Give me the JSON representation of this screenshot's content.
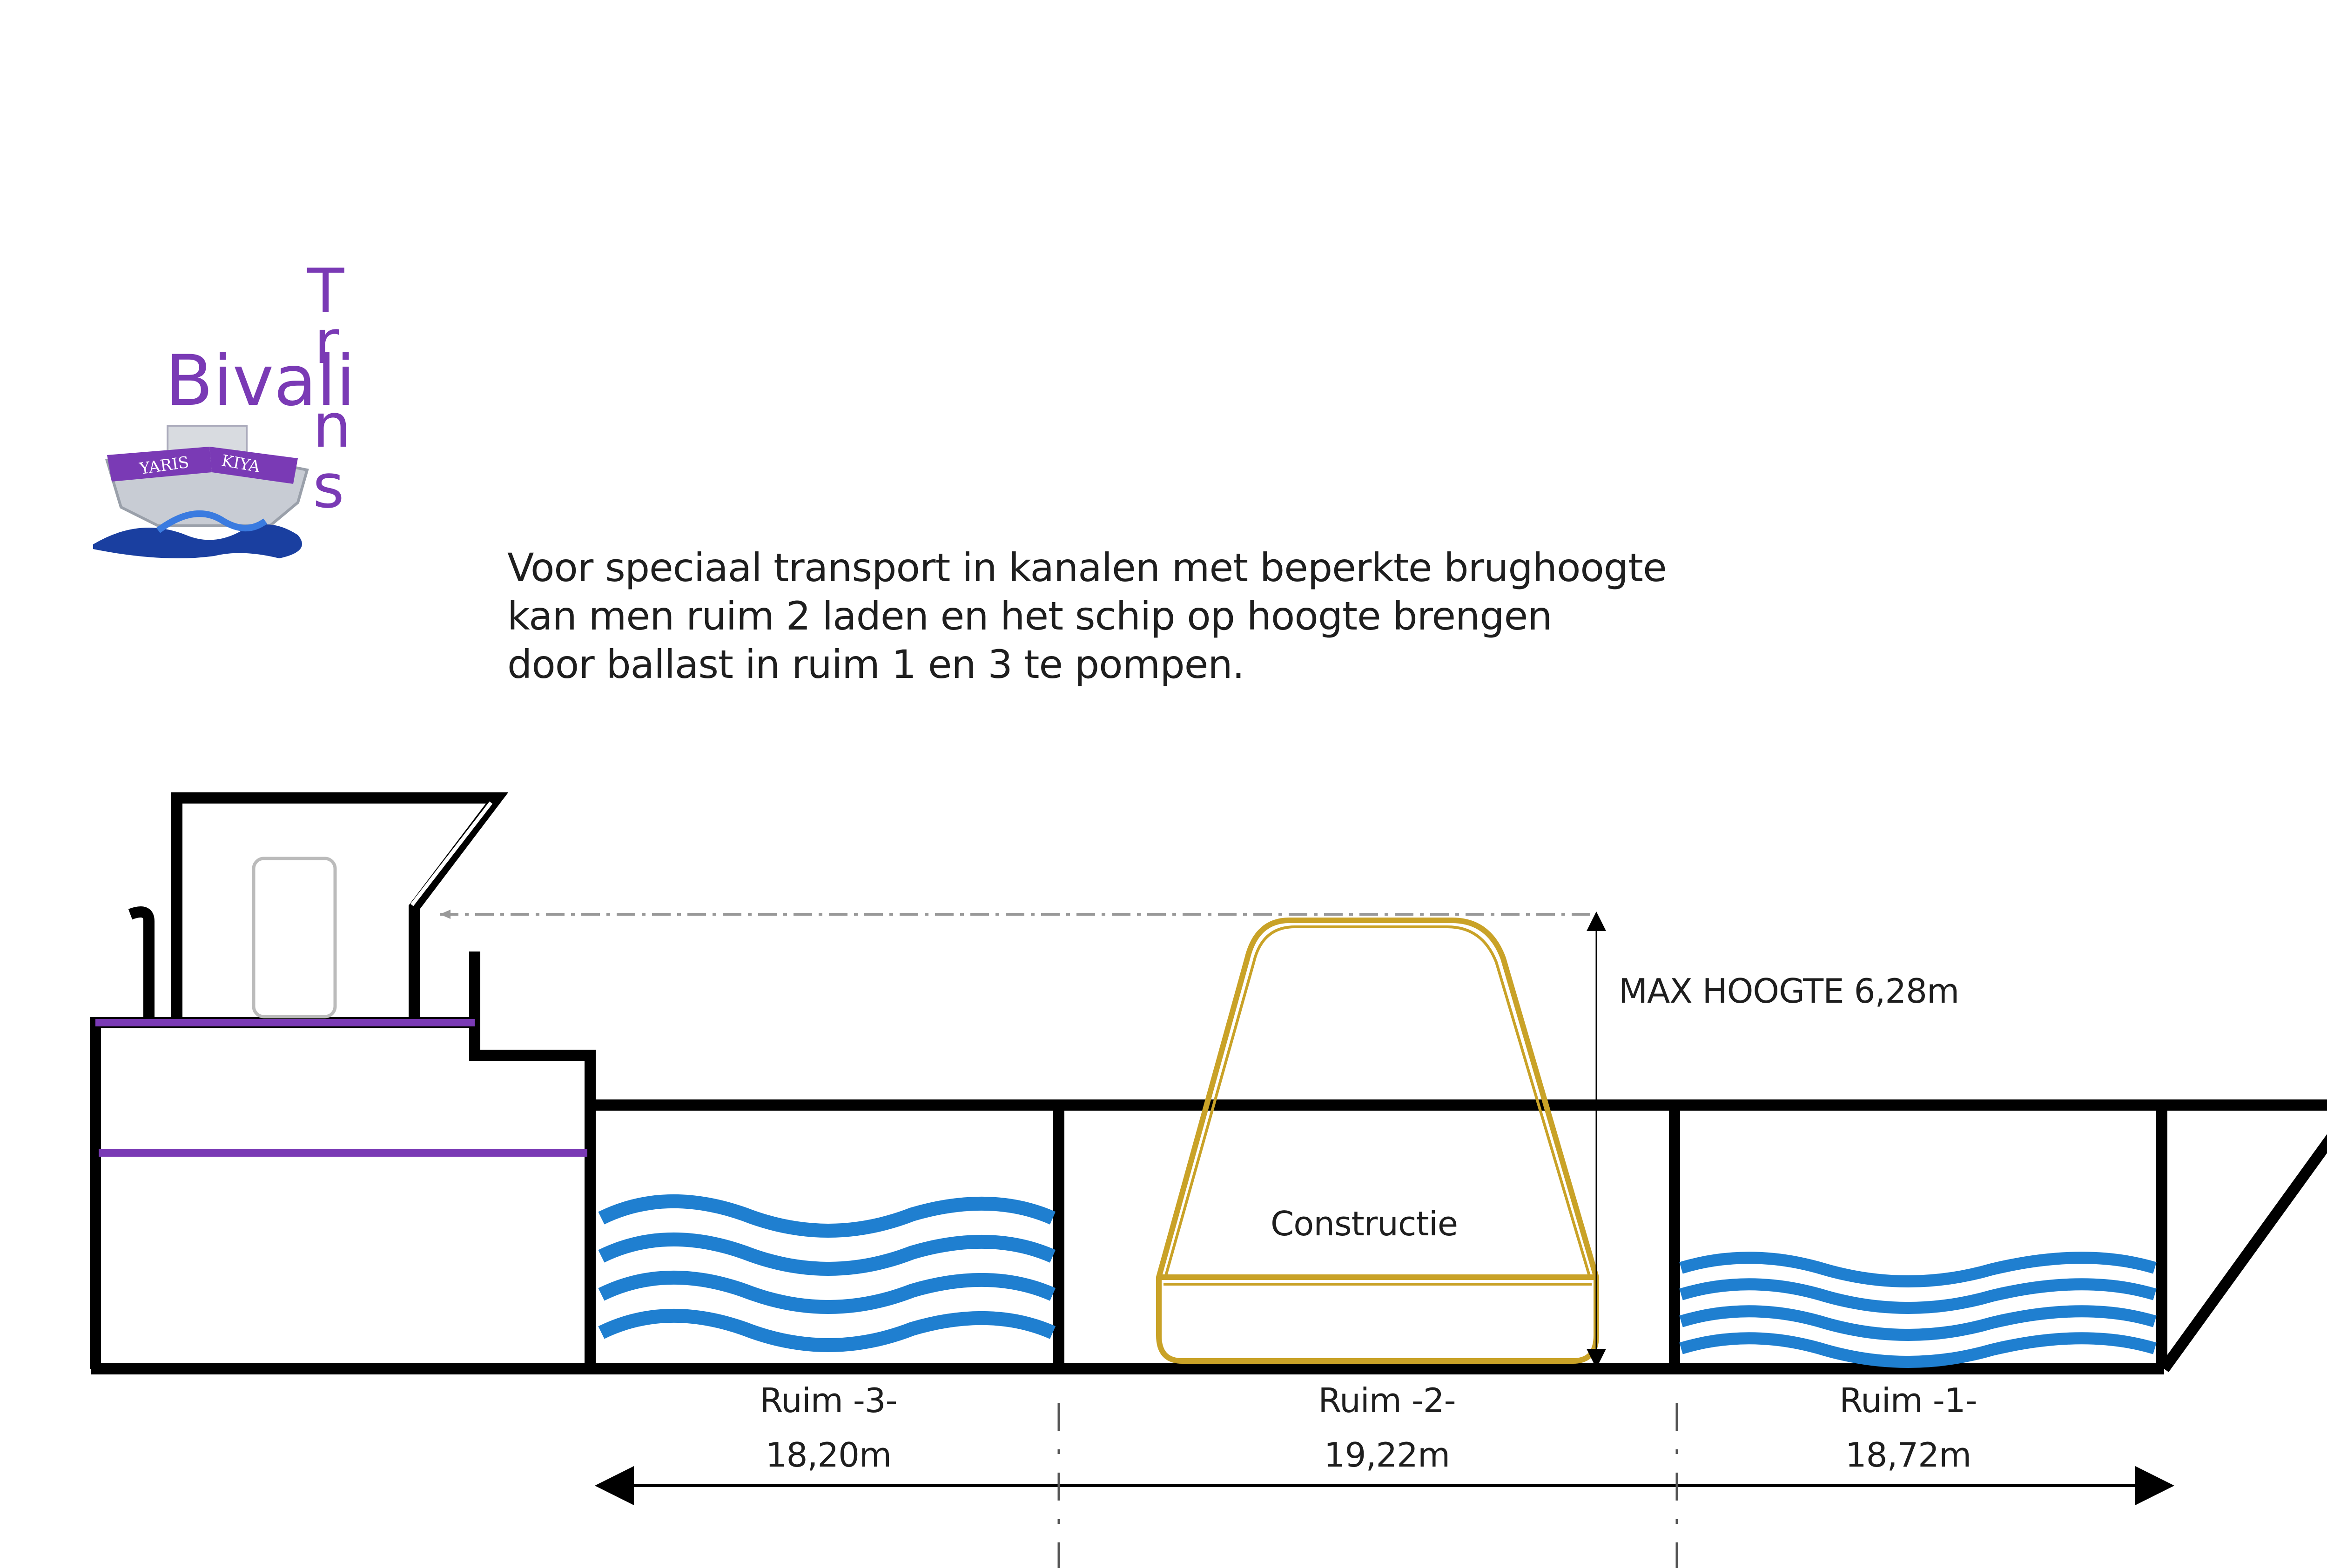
{
  "logo": {
    "brand_text": "Bivali",
    "trans_text": "Trans",
    "ship_left_label": "YARIS",
    "ship_right_label": "KIYA",
    "color_purple": "#7a3ab5"
  },
  "description": {
    "line1": "Voor speciaal transport in kanalen met beperkte brughoogte",
    "line2": "kan men ruim 2 laden en het schip op hoogte brengen",
    "line3": "door ballast in ruim 1 en 3 te pompen."
  },
  "annotations": {
    "max_height": "MAX HOOGTE 6,28m",
    "cargo": "Constructie"
  },
  "holds": [
    {
      "name": "Ruim -3-",
      "length": "18,20m"
    },
    {
      "name": "Ruim -2-",
      "length": "19,22m"
    },
    {
      "name": "Ruim -1-",
      "length": "18,72m"
    }
  ],
  "colors": {
    "hull": "#000000",
    "deck_stripe": "#7a3ab5",
    "water": "#1f7fd0",
    "cargo_outline": "#c9a227",
    "dimension_line": "#999999"
  }
}
